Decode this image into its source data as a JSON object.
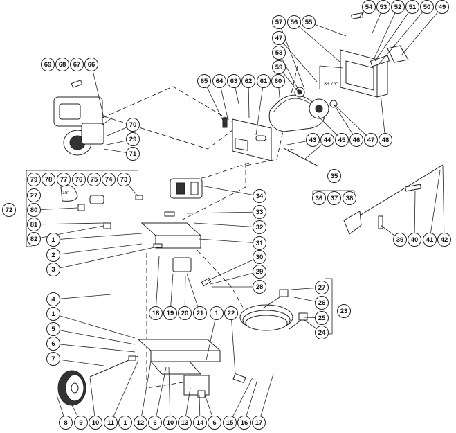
{
  "callouts": [
    {
      "id": "c54",
      "label": "54"
    },
    {
      "id": "c53",
      "label": "53"
    },
    {
      "id": "c52",
      "label": "52"
    },
    {
      "id": "c51",
      "label": "51"
    },
    {
      "id": "c50",
      "label": "50"
    },
    {
      "id": "c49",
      "label": "49"
    },
    {
      "id": "c57",
      "label": "57"
    },
    {
      "id": "c56",
      "label": "56"
    },
    {
      "id": "c55",
      "label": "55"
    },
    {
      "id": "c47a",
      "label": "47"
    },
    {
      "id": "c58",
      "label": "58"
    },
    {
      "id": "c59",
      "label": "59"
    },
    {
      "id": "c69",
      "label": "69"
    },
    {
      "id": "c68",
      "label": "68"
    },
    {
      "id": "c67",
      "label": "67"
    },
    {
      "id": "c66",
      "label": "66"
    },
    {
      "id": "c65",
      "label": "65"
    },
    {
      "id": "c64",
      "label": "64"
    },
    {
      "id": "c63",
      "label": "63"
    },
    {
      "id": "c62",
      "label": "62"
    },
    {
      "id": "c61",
      "label": "61"
    },
    {
      "id": "c60",
      "label": "60"
    },
    {
      "id": "c70",
      "label": "70"
    },
    {
      "id": "c29a",
      "label": "29"
    },
    {
      "id": "c71",
      "label": "71"
    },
    {
      "id": "c43",
      "label": "43"
    },
    {
      "id": "c44",
      "label": "44"
    },
    {
      "id": "c45",
      "label": "45"
    },
    {
      "id": "c46",
      "label": "46"
    },
    {
      "id": "c47b",
      "label": "47"
    },
    {
      "id": "c48",
      "label": "48"
    },
    {
      "id": "c79",
      "label": "79"
    },
    {
      "id": "c78",
      "label": "78"
    },
    {
      "id": "c77",
      "label": "77"
    },
    {
      "id": "c76",
      "label": "76"
    },
    {
      "id": "c75",
      "label": "75"
    },
    {
      "id": "c74",
      "label": "74"
    },
    {
      "id": "c73",
      "label": "73"
    },
    {
      "id": "c27a",
      "label": "27"
    },
    {
      "id": "c80",
      "label": "80"
    },
    {
      "id": "c81",
      "label": "81"
    },
    {
      "id": "c82",
      "label": "82"
    },
    {
      "id": "c72",
      "label": "72"
    },
    {
      "id": "c35",
      "label": "35"
    },
    {
      "id": "c36",
      "label": "36"
    },
    {
      "id": "c37",
      "label": "37"
    },
    {
      "id": "c38",
      "label": "38"
    },
    {
      "id": "c34",
      "label": "34"
    },
    {
      "id": "c33",
      "label": "33"
    },
    {
      "id": "c32",
      "label": "32"
    },
    {
      "id": "c31",
      "label": "31"
    },
    {
      "id": "c39",
      "label": "39"
    },
    {
      "id": "c40",
      "label": "40"
    },
    {
      "id": "c41",
      "label": "41"
    },
    {
      "id": "c42",
      "label": "42"
    },
    {
      "id": "c1a",
      "label": "1"
    },
    {
      "id": "c2",
      "label": "2"
    },
    {
      "id": "c3",
      "label": "3"
    },
    {
      "id": "c4",
      "label": "4"
    },
    {
      "id": "c30",
      "label": "30"
    },
    {
      "id": "c29b",
      "label": "29"
    },
    {
      "id": "c28",
      "label": "28"
    },
    {
      "id": "c18",
      "label": "18"
    },
    {
      "id": "c19",
      "label": "19"
    },
    {
      "id": "c20",
      "label": "20"
    },
    {
      "id": "c21",
      "label": "21"
    },
    {
      "id": "c1b",
      "label": "1"
    },
    {
      "id": "c22",
      "label": "22"
    },
    {
      "id": "c27b",
      "label": "27"
    },
    {
      "id": "c26",
      "label": "26"
    },
    {
      "id": "c23",
      "label": "23"
    },
    {
      "id": "c25",
      "label": "25"
    },
    {
      "id": "c24",
      "label": "24"
    },
    {
      "id": "c1c",
      "label": "1"
    },
    {
      "id": "c5",
      "label": "5"
    },
    {
      "id": "c6a",
      "label": "6"
    },
    {
      "id": "c7",
      "label": "7"
    },
    {
      "id": "c8",
      "label": "8"
    },
    {
      "id": "c9",
      "label": "9"
    },
    {
      "id": "c10a",
      "label": "10"
    },
    {
      "id": "c11",
      "label": "11"
    },
    {
      "id": "c1d",
      "label": "1"
    },
    {
      "id": "c12",
      "label": "12"
    },
    {
      "id": "c6b",
      "label": "6"
    },
    {
      "id": "c10b",
      "label": "10"
    },
    {
      "id": "c13",
      "label": "13"
    },
    {
      "id": "c14",
      "label": "14"
    },
    {
      "id": "c6c",
      "label": "6"
    },
    {
      "id": "c15",
      "label": "15"
    },
    {
      "id": "c16",
      "label": "16"
    },
    {
      "id": "c17",
      "label": "17"
    }
  ],
  "annotations": {
    "angle_top": "39.75°",
    "angle_belt": "17°",
    "angle_hose": "18°"
  }
}
